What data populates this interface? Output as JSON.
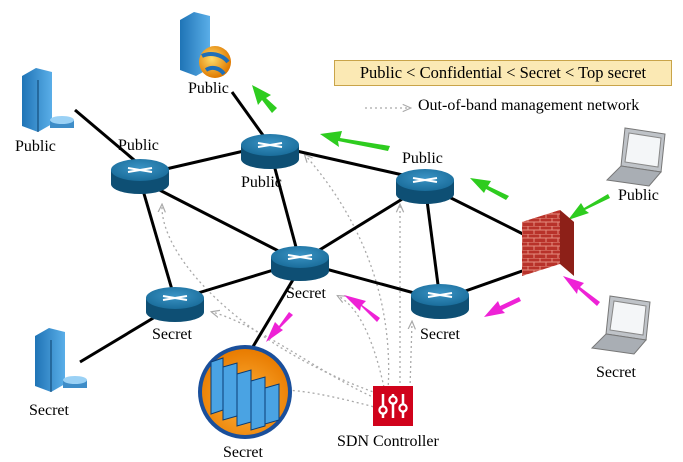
{
  "legend": {
    "ordering": "Public < Confidential < Secret < Top secret",
    "oob_label": "Out-of-band management network"
  },
  "nodes": {
    "server_top_left": "Public",
    "web_server": "Public",
    "router_public_left": "Public",
    "router_public_top": "Public",
    "router_public_right": "Public",
    "laptop_top": "Public",
    "router_secret_center": "Secret",
    "router_secret_left": "Secret",
    "router_secret_right": "Secret",
    "server_bottom_left": "Secret",
    "storage": "Secret",
    "laptop_bottom": "Secret",
    "controller": "SDN Controller"
  },
  "colors": {
    "router": "#1a6d9b",
    "public_arrow": "#2ecc1f",
    "secret_arrow": "#ee22d6",
    "oob_line": "#a9a9a9",
    "firewall": "#c0392b",
    "controller": "#d0021b"
  }
}
